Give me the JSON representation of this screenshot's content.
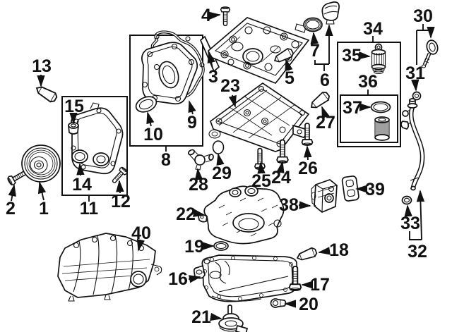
{
  "figure": {
    "kind": "exploded-engine-parts-diagram",
    "background_color": "#ffffff",
    "line_color": "#111111",
    "callout_count": 40
  },
  "callouts": {
    "1": {
      "label": "1",
      "part": "crankshaft-pulley"
    },
    "2": {
      "label": "2",
      "part": "crankshaft-pulley-bolt"
    },
    "3": {
      "label": "3",
      "part": "valve-cover"
    },
    "4": {
      "label": "4",
      "part": "valve-cover-bolt"
    },
    "5": {
      "label": "5",
      "part": "valve-cover-dowel-pin"
    },
    "6": {
      "label": "6",
      "part": "oil-filler-cap"
    },
    "7": {
      "label": "7",
      "part": "oil-filler-cap-seal"
    },
    "8": {
      "label": "8",
      "part": "upper-timing-cover-group"
    },
    "9": {
      "label": "9",
      "part": "upper-timing-cover-gasket"
    },
    "10": {
      "label": "10",
      "part": "camshaft-front-seal"
    },
    "11": {
      "label": "11",
      "part": "lower-timing-cover-group"
    },
    "12": {
      "label": "12",
      "part": "lower-timing-cover-bolt"
    },
    "13": {
      "label": "13",
      "part": "timing-cover-dowel-pin"
    },
    "14": {
      "label": "14",
      "part": "crankshaft-front-seal"
    },
    "15": {
      "label": "15",
      "part": "sealing-plug"
    },
    "16": {
      "label": "16",
      "part": "lower-oil-pan"
    },
    "17": {
      "label": "17",
      "part": "oil-pan-bolt"
    },
    "18": {
      "label": "18",
      "part": "oil-pan-dowel-pin"
    },
    "19": {
      "label": "19",
      "part": "oil-pan-o-ring"
    },
    "20": {
      "label": "20",
      "part": "oil-drain-plug"
    },
    "21": {
      "label": "21",
      "part": "oil-level-sensor"
    },
    "22": {
      "label": "22",
      "part": "upper-oil-pan"
    },
    "23": {
      "label": "23",
      "part": "bedplate"
    },
    "24": {
      "label": "24",
      "part": "bedplate-bolt-long"
    },
    "25": {
      "label": "25",
      "part": "bedplate-bolt"
    },
    "26": {
      "label": "26",
      "part": "bedplate-bolt-short"
    },
    "27": {
      "label": "27",
      "part": "bedplate-dowel-pin"
    },
    "28": {
      "label": "28",
      "part": "breather-fitting"
    },
    "29": {
      "label": "29",
      "part": "breather-o-ring"
    },
    "30": {
      "label": "30",
      "part": "oil-dipstick"
    },
    "31": {
      "label": "31",
      "part": "dipstick-seal"
    },
    "32": {
      "label": "32",
      "part": "dipstick-tube"
    },
    "33": {
      "label": "33",
      "part": "dipstick-tube-seal"
    },
    "34": {
      "label": "34",
      "part": "oil-filter-assembly-group"
    },
    "35": {
      "label": "35",
      "part": "oil-filter-cap"
    },
    "36": {
      "label": "36",
      "part": "oil-filter-element-group"
    },
    "37": {
      "label": "37",
      "part": "oil-filter-o-ring"
    },
    "38": {
      "label": "38",
      "part": "oil-cooler"
    },
    "39": {
      "label": "39",
      "part": "oil-cooler-seal"
    },
    "40": {
      "label": "40",
      "part": "intake-manifold"
    }
  }
}
